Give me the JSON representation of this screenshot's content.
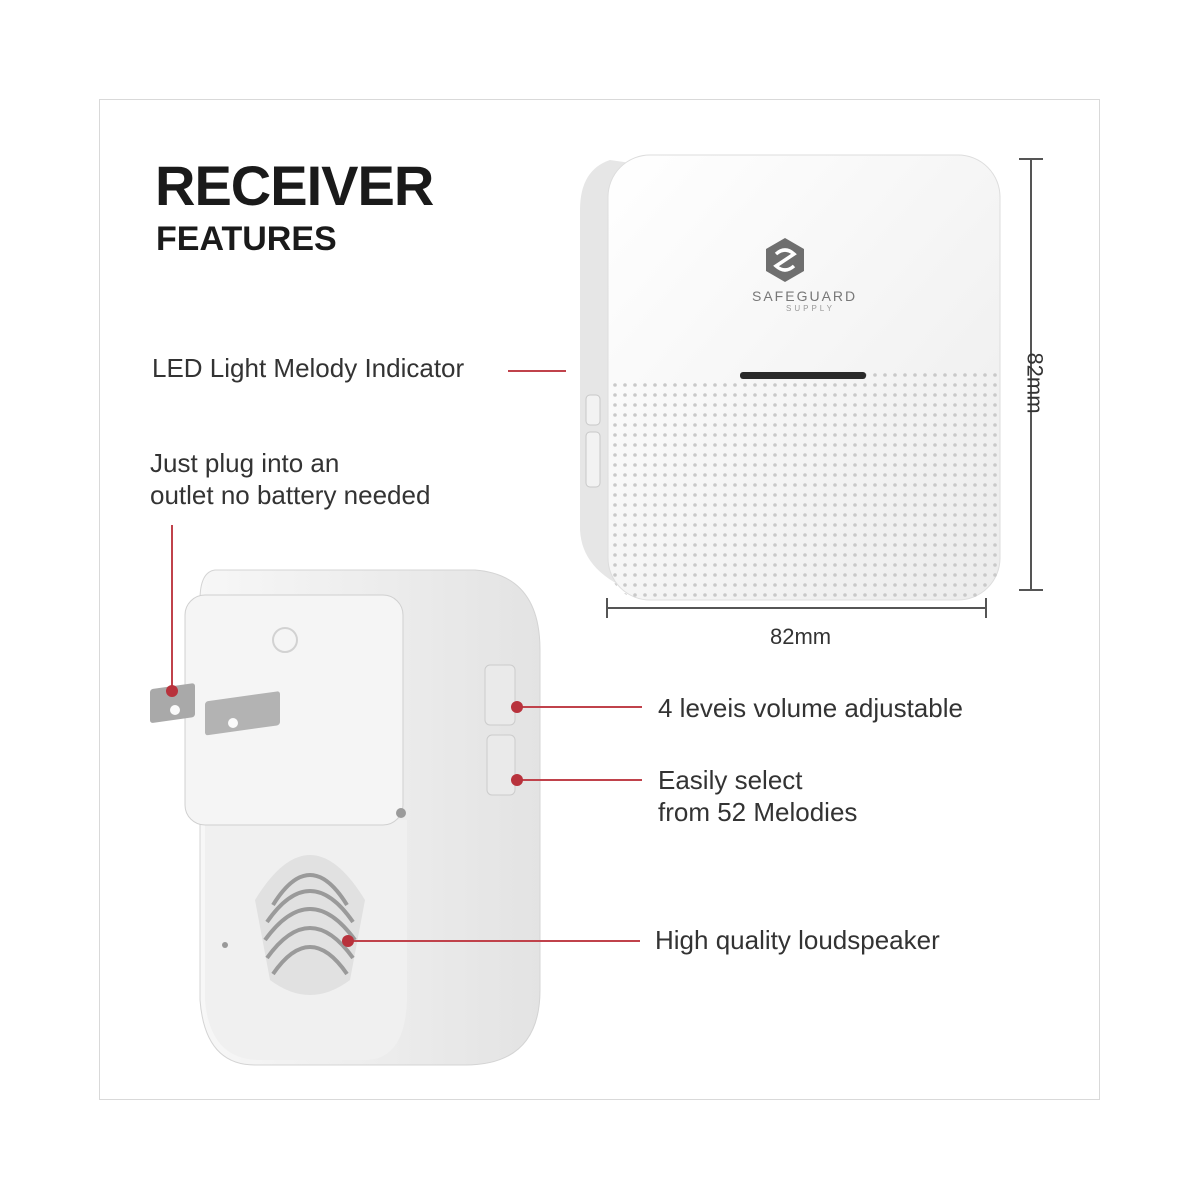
{
  "heading": {
    "title": "RECEIVER",
    "subtitle": "FEATURES"
  },
  "callouts": {
    "led": "LED Light Melody Indicator",
    "plug_line1": "Just plug into an",
    "plug_line2": "outlet no battery needed",
    "volume": "4 leveis volume adjustable",
    "melody_line1": "Easily select",
    "melody_line2": "from 52 Melodies",
    "speaker": "High quality loudspeaker"
  },
  "dimensions": {
    "height": "82mm",
    "width": "82mm"
  },
  "brand": {
    "name": "SAFEGUARD",
    "tagline": "SUPPLY"
  },
  "colors": {
    "accent": "#c0424b",
    "device": "#f4f4f4"
  }
}
